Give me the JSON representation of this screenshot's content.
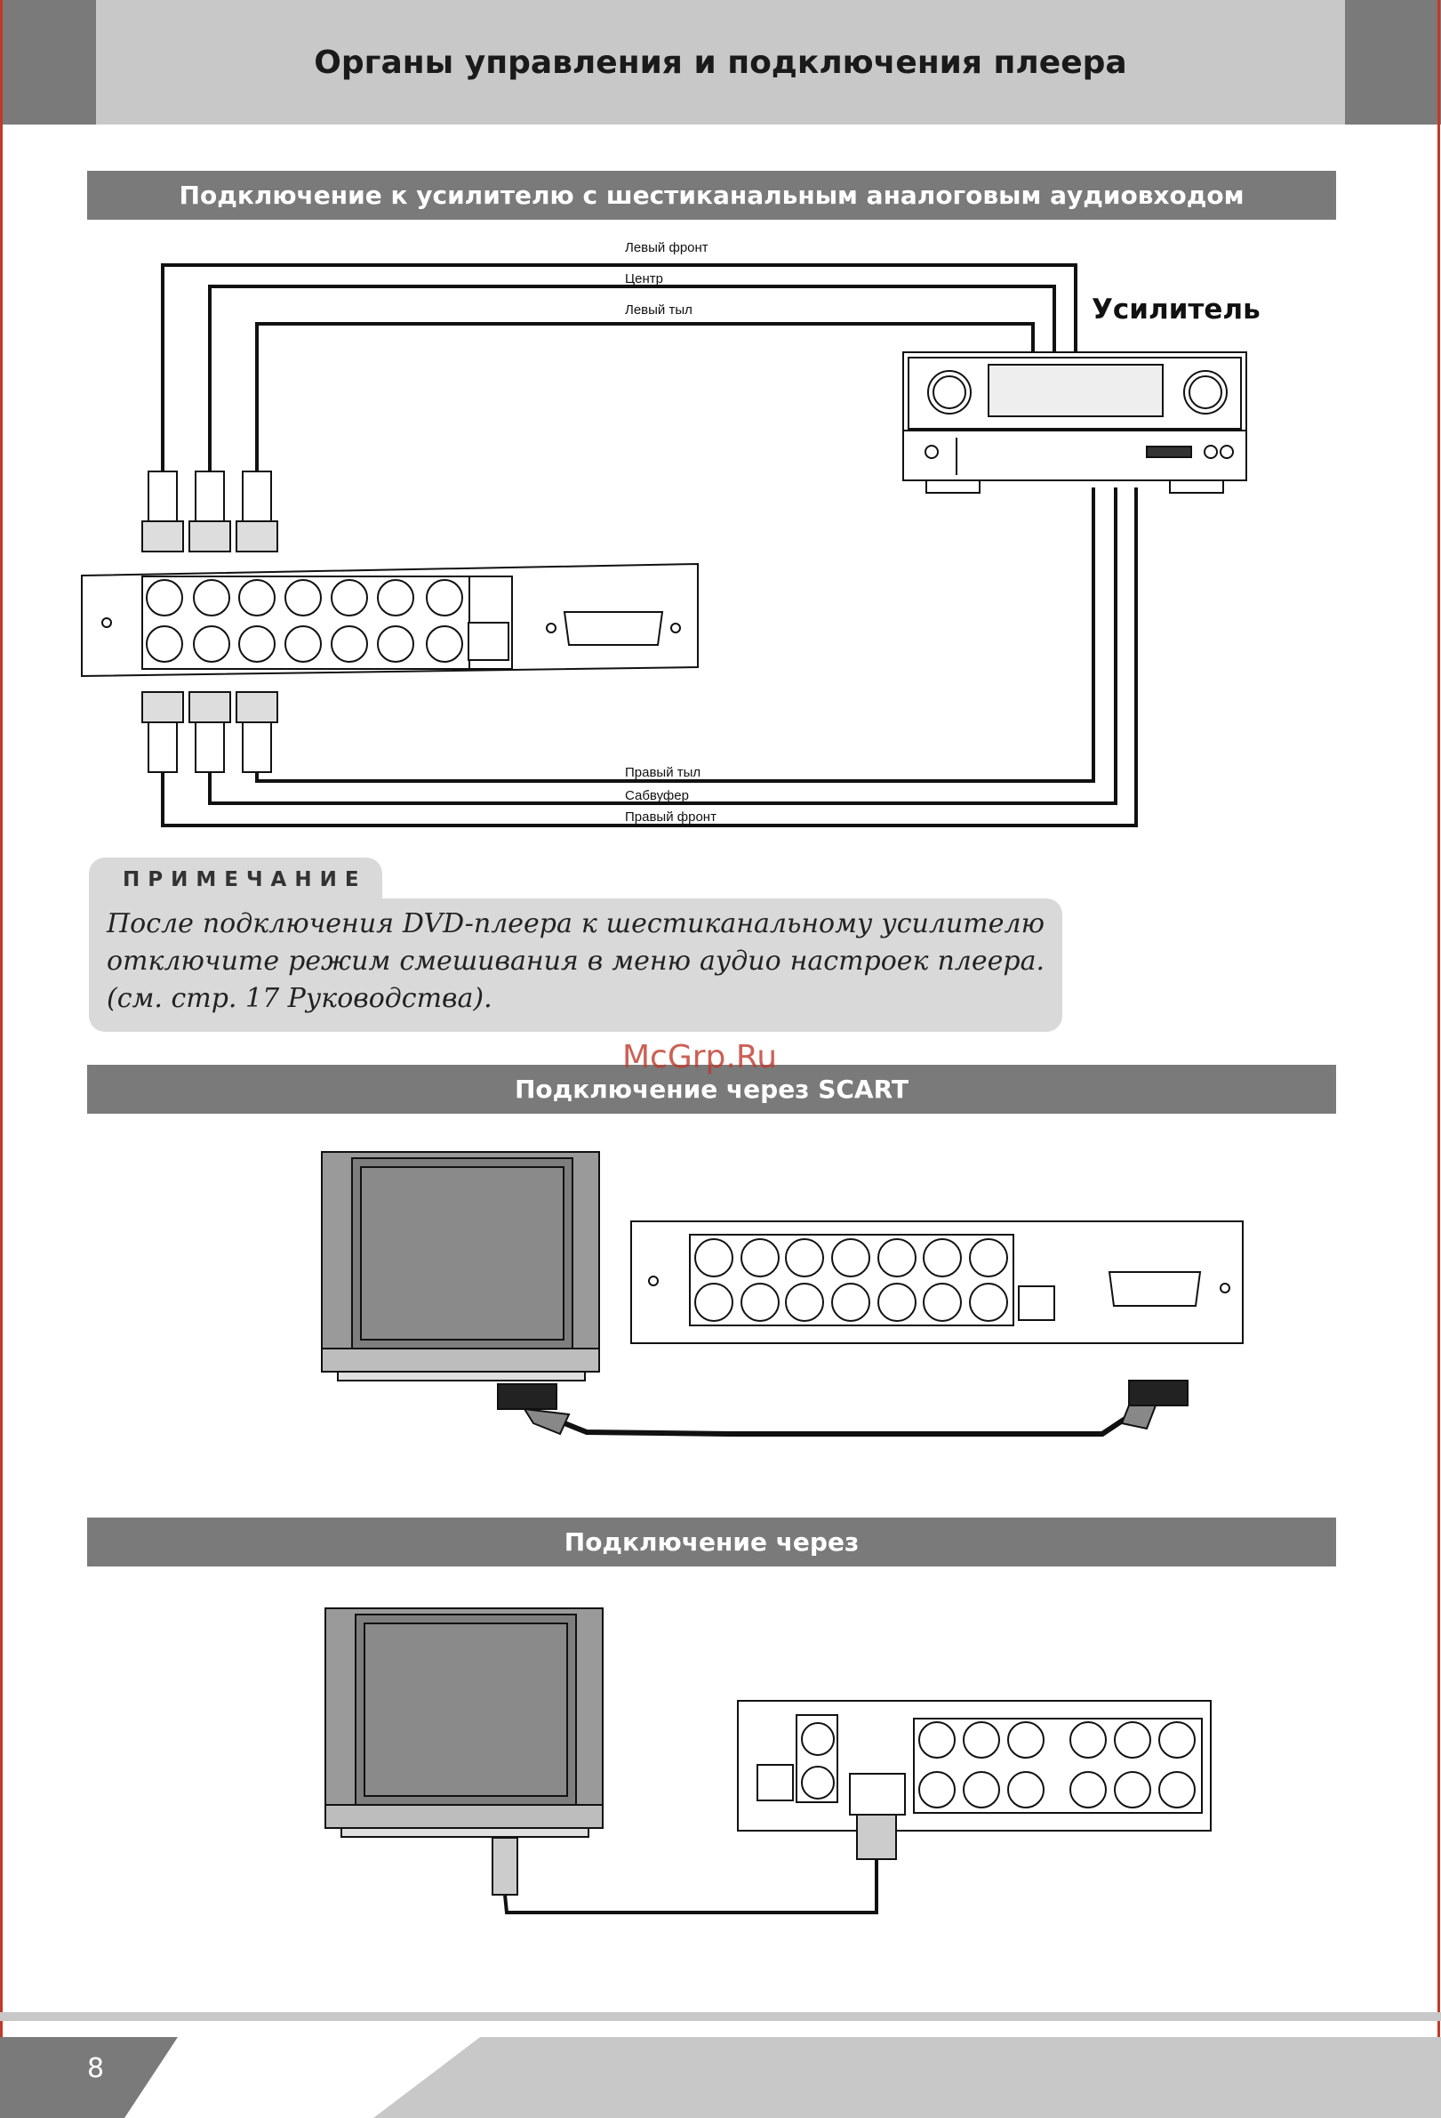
{
  "header": {
    "title": "Органы управления и подключения плеера"
  },
  "sections": [
    {
      "title": "Подключение к усилителю с шестиканальным аналоговым аудиовходом"
    },
    {
      "title": "Подключение через SCART"
    },
    {
      "title": "Подключение через"
    }
  ],
  "diagram1": {
    "amplifier_label": "Усилитель",
    "wires_top": [
      "Левый фронт",
      "Центр",
      "Левый тыл"
    ],
    "wires_bottom": [
      "Правый тыл",
      "Сабвуфер",
      "Правый фронт"
    ]
  },
  "note": {
    "label": "ПРИМЕЧАНИЕ",
    "text": "После подключения DVD-плеера к шестиканальному усилителю отключите режим смешивания в меню аудио настроек плеера. (см. стр. 17 Руководства)."
  },
  "watermark": "McGrp.Ru",
  "footer": {
    "page_number": "8"
  },
  "colors": {
    "header_dark": "#7a7a7a",
    "header_light": "#c8c8c8",
    "note_bg": "#d9d9d9",
    "watermark": "#c0392b"
  }
}
